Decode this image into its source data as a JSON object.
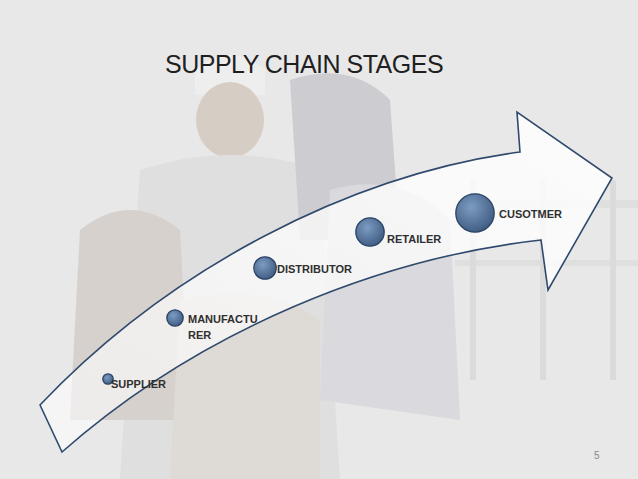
{
  "diagram": {
    "title": "SUPPLY CHAIN STAGES",
    "nodes": [
      {
        "text": [
          "SUPPLIER"
        ]
      },
      {
        "text": [
          "MANUFACTU RER"
        ]
      },
      {
        "text": [
          "DISTRIBUTOR"
        ]
      },
      {
        "text": [
          "RETAILER"
        ]
      },
      {
        "text": [
          "CUSOTMER"
        ]
      }
    ],
    "labels": [
      "5"
    ]
  }
}
